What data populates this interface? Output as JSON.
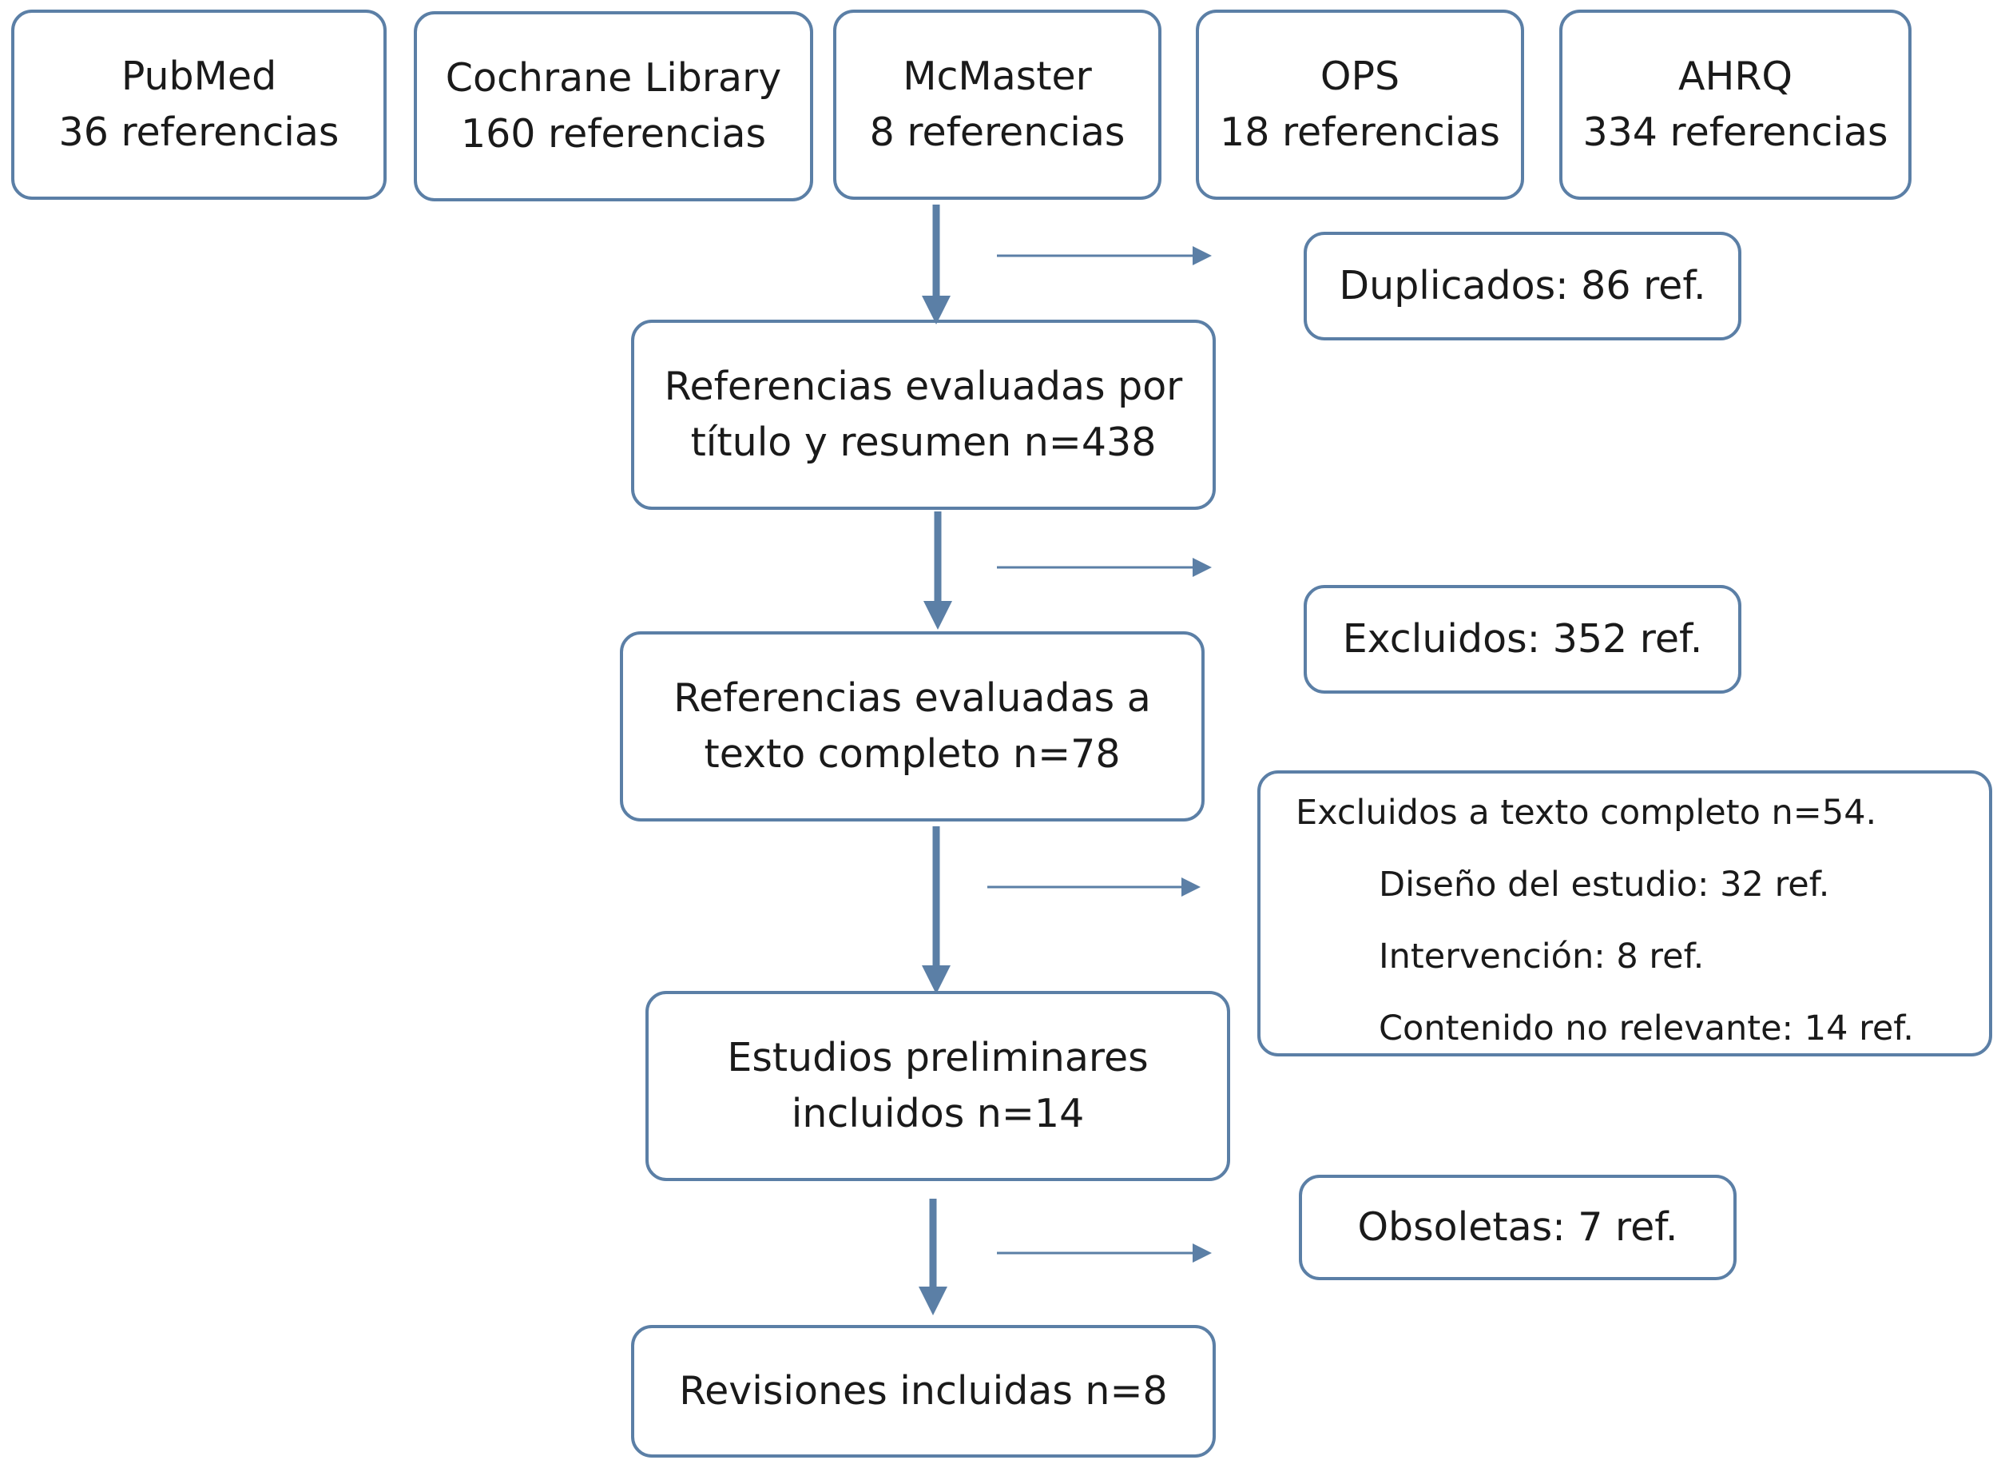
{
  "sources": [
    {
      "name": "PubMed",
      "count": "36 referencias"
    },
    {
      "name": "Cochrane Library",
      "count": "160 referencias"
    },
    {
      "name": "McMaster",
      "count": "8 referencias"
    },
    {
      "name": "OPS",
      "count": "18 referencias"
    },
    {
      "name": "AHRQ",
      "count": "334 referencias"
    }
  ],
  "flow": {
    "screened": {
      "line1": "Referencias  evaluadas por",
      "line2": "título y resumen  n=438"
    },
    "fulltext": {
      "line1": "Referencias  evaluadas a",
      "line2": "texto completo n=78"
    },
    "preliminary": {
      "line1": "Estudios preliminares",
      "line2": "incluidos n=14"
    },
    "final": {
      "line1": "Revisiones  incluidas n=8"
    }
  },
  "exclusions": {
    "duplicates": "Duplicados: 86 ref.",
    "excluded": "Excluidos: 352 ref.",
    "fulltext_excluded": {
      "title": "Excluidos a texto completo n=54.",
      "items": [
        "Diseño del estudio: 32 ref.",
        "Intervención: 8 ref.",
        "Contenido no relevante: 14 ref."
      ]
    },
    "obsolete": "Obsoletas:  7 ref."
  },
  "colors": {
    "box_border": "#5b7fa6",
    "arrow": "#5b7fa6"
  }
}
